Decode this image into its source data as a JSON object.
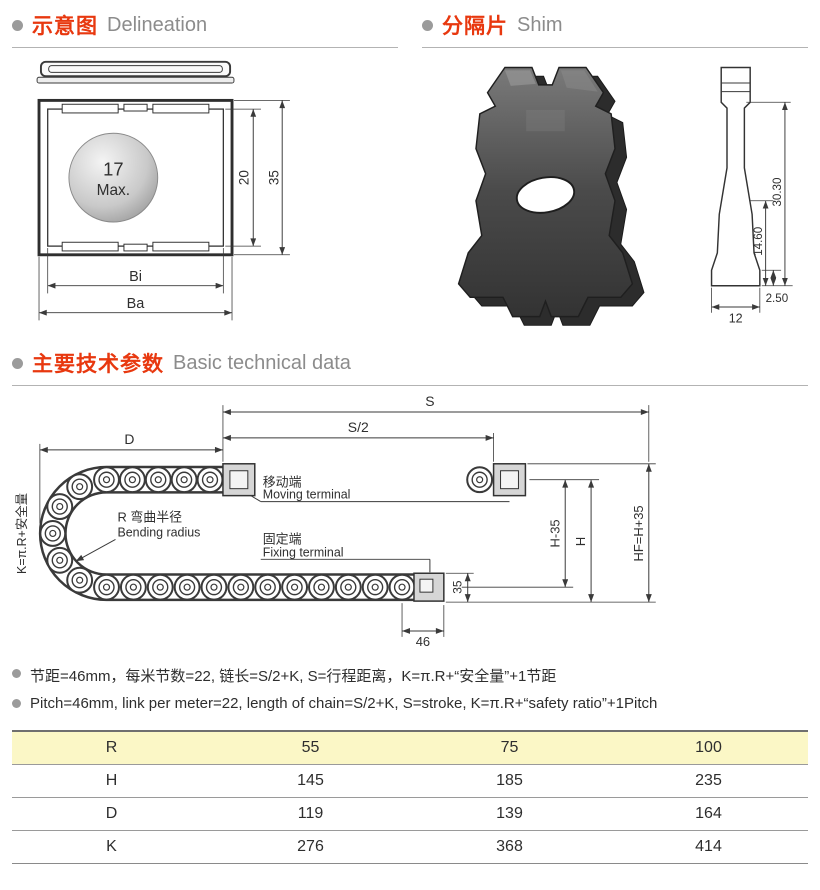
{
  "colors": {
    "accent_red": "#e8380f",
    "heading_gray": "#8c8c8c",
    "table_highlight": "#fbf7c6",
    "drawing_stroke": "#3a3a3a"
  },
  "sections": {
    "delineation": {
      "zh": "示意图",
      "en": "Delineation"
    },
    "shim": {
      "zh": "分隔片",
      "en": "Shim"
    },
    "technical": {
      "zh": "主要技术参数",
      "en": "Basic technical data"
    }
  },
  "delineation_drawing": {
    "circle_value": "17",
    "circle_max": "Max.",
    "dim_inner_height": "20",
    "dim_outer_height": "35",
    "dim_inner_width": "Bi",
    "dim_outer_width": "Ba"
  },
  "shim_drawing": {
    "dim_total_height": "30.30",
    "dim_inner_height": "14.60",
    "dim_foot_step": "2.50",
    "dim_foot_width": "12"
  },
  "diagram": {
    "dim_stroke": "S",
    "dim_half_stroke": "S/2",
    "dim_d": "D",
    "moving_terminal_zh": "移动端",
    "moving_terminal_en": "Moving terminal",
    "fixing_terminal_zh": "固定端",
    "fixing_terminal_en": "Fixing terminal",
    "bending_radius_zh": "R 弯曲半径",
    "bending_radius_en": "Bending radius",
    "k_formula": "K=π.R+安全量",
    "dim_h": "H",
    "dim_h_minus_35": "H-35",
    "dim_hf": "HF=H+35",
    "dim_35": "35",
    "dim_46": "46"
  },
  "notes": {
    "zh": "节距=46mm，每米节数=22, 链长=S/2+K, S=行程距离，K=π.R+“安全量”+1节距",
    "en": "Pitch=46mm, link per meter=22, length of chain=S/2+K, S=stroke, K=π.R+“safety ratio”+1Pitch"
  },
  "table": {
    "rows": [
      {
        "label": "R",
        "values": [
          "55",
          "75",
          "100"
        ]
      },
      {
        "label": "H",
        "values": [
          "145",
          "185",
          "235"
        ]
      },
      {
        "label": "D",
        "values": [
          "119",
          "139",
          "164"
        ]
      },
      {
        "label": "K",
        "values": [
          "276",
          "368",
          "414"
        ]
      }
    ]
  }
}
